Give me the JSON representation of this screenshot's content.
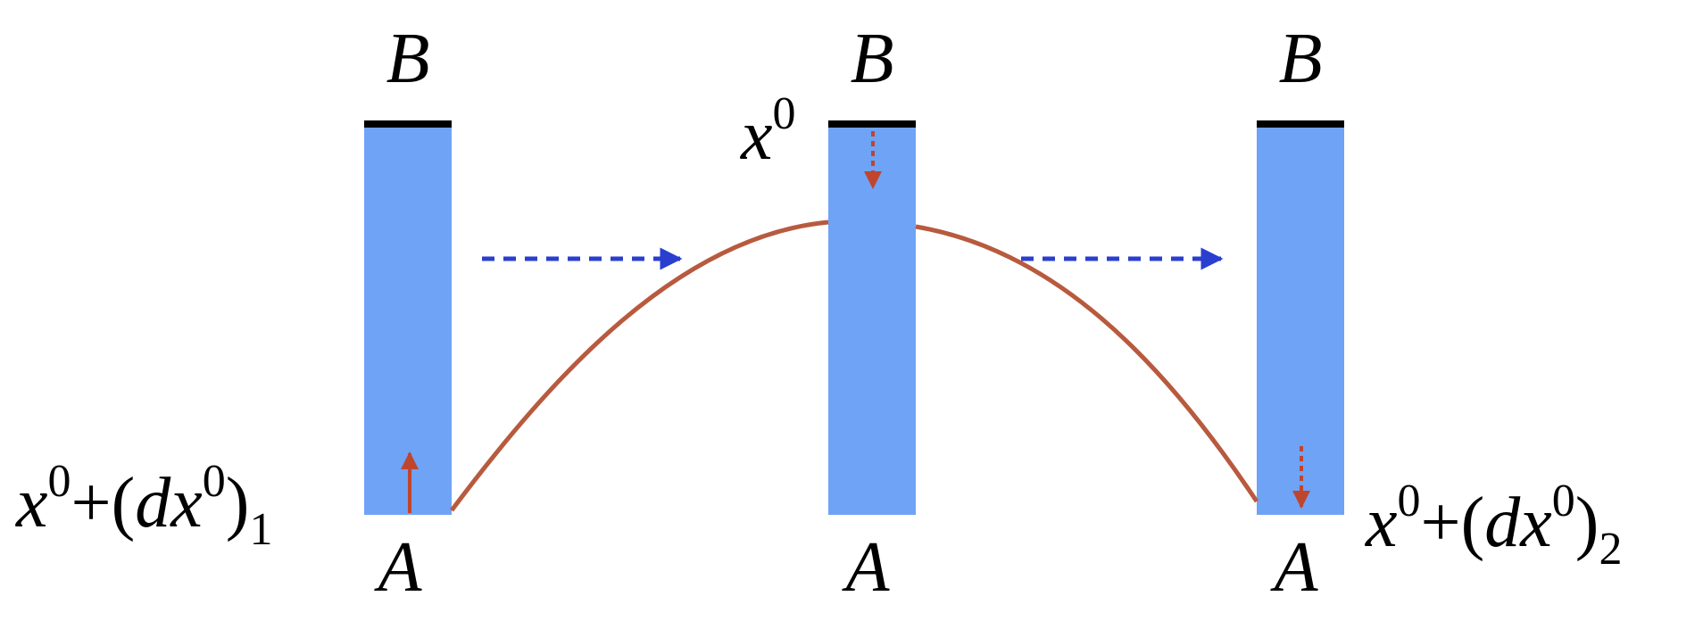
{
  "diagram": {
    "colors": {
      "bar": "#6fa3f5",
      "bar_cap": "#000000",
      "curve": "#b85a3e",
      "transfer_arrow": "#2a3fcf",
      "vertical_arrow": "#c0452e"
    },
    "bars": [
      {
        "top_label": "B",
        "bottom_label": "A"
      },
      {
        "top_label": "B",
        "bottom_label": "A",
        "side_label": "x",
        "side_sup": "0"
      },
      {
        "top_label": "B",
        "bottom_label": "A"
      }
    ],
    "left_formula": {
      "x": "x",
      "sup": "0",
      "plus": "+(",
      "d": "d",
      "x2": "x",
      "sup2": "0",
      "close": ")",
      "sub": "1"
    },
    "right_formula": {
      "x": "x",
      "sup": "0",
      "plus": "+(",
      "d": "d",
      "x2": "x",
      "sup2": "0",
      "close": ")",
      "sub": "2"
    }
  }
}
